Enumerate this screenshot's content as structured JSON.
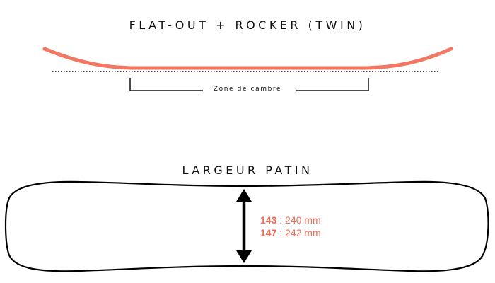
{
  "profile": {
    "title": "FLAT-OUT + ROCKER (TWIN)",
    "zone_label": "Zone de cambre",
    "profile_color": "#f37763"
  },
  "width": {
    "title": "LARGEUR PATIN",
    "measurements": [
      {
        "size": "143",
        "separator": " : ",
        "value": "240 mm"
      },
      {
        "size": "147",
        "separator": " : ",
        "value": "242 mm"
      }
    ],
    "accent_color": "#f26a55"
  }
}
